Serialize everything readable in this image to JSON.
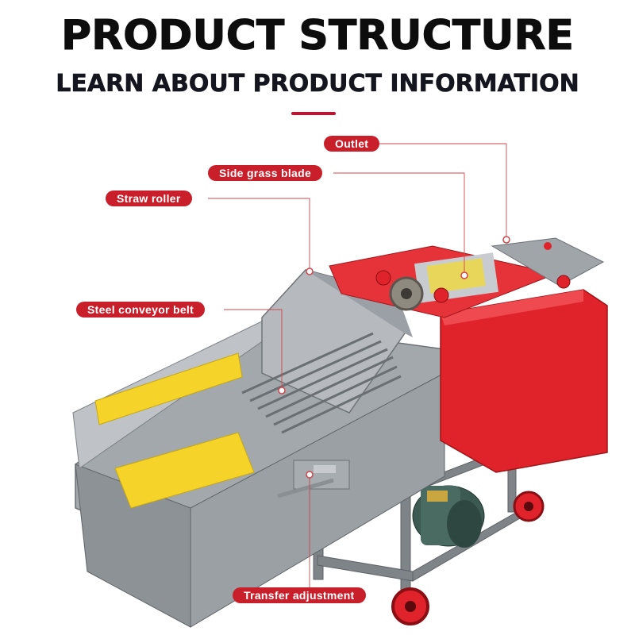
{
  "header": {
    "title": "PRODUCT STRUCTURE",
    "subtitle": "LEARN ABOUT PRODUCT INFORMATION"
  },
  "callouts": [
    {
      "id": "outlet",
      "label": "Outlet"
    },
    {
      "id": "side-grass-blade",
      "label": "Side grass blade"
    },
    {
      "id": "straw-roller",
      "label": "Straw roller"
    },
    {
      "id": "steel-conveyor-belt",
      "label": "Steel conveyor belt"
    },
    {
      "id": "transfer-adjustment",
      "label": "Transfer adjustment"
    }
  ],
  "colors": {
    "accent": "#c91f2b",
    "machine_red": "#e0232a",
    "machine_gray": "#8c9196",
    "warning_yellow": "#f5d328"
  }
}
